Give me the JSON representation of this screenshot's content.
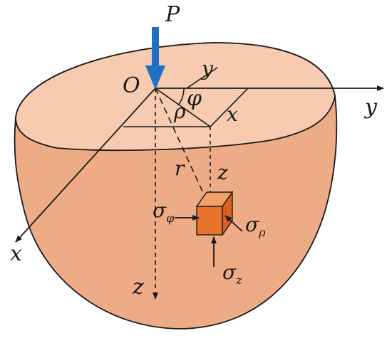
{
  "labels": {
    "load": "P",
    "origin": "O",
    "y_axis": "y",
    "y_top": "y",
    "x_axis": "x",
    "x_point": "x",
    "z_axis": "z",
    "z_point": "z",
    "r": "r",
    "rho": "ρ",
    "phi": "φ"
  },
  "stresses": {
    "sigma_phi": {
      "symbol": "σ",
      "subscript": "φ"
    },
    "sigma_rho": {
      "symbol": "σ",
      "subscript": "ρ"
    },
    "sigma_z": {
      "symbol": "σ",
      "subscript": "z"
    }
  },
  "colors": {
    "body": "#EDAB86",
    "top_surface": "#F6CBB0",
    "element_front": "#E8742E",
    "element_top": "#F3A266",
    "element_side": "#D9621E",
    "load_arrow": "#1F6FC2",
    "line": "#1a1a1a"
  }
}
